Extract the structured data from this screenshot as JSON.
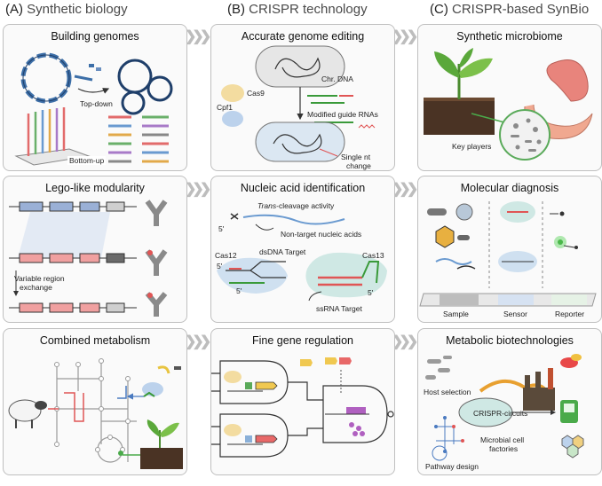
{
  "headers": [
    {
      "prefix": "(A)",
      "title": "Synthetic biology"
    },
    {
      "prefix": "(B)",
      "title": "CRISPR technology"
    },
    {
      "prefix": "(C)",
      "title": "CRISPR-based SynBio"
    }
  ],
  "panels": {
    "building_genomes": {
      "title": "Building genomes",
      "top_down": "Top-down",
      "bottom_up": "Bottom-up"
    },
    "genome_editing": {
      "title": "Accurate genome editing",
      "chr_dna": "Chr. DNA",
      "cas9": "Cas9",
      "cpf1": "Cpf1",
      "guide_rnas": "Modified guide RNAs",
      "single_nt_1": "Single nt",
      "single_nt_2": "change"
    },
    "synthetic_microbiome": {
      "title": "Synthetic microbiome",
      "key_players": "Key players"
    },
    "lego_modularity": {
      "title": "Lego-like modularity",
      "variable_1": "Variable region",
      "variable_2": "exchange"
    },
    "nucleic_acid": {
      "title": "Nucleic acid identification",
      "trans_italic": "Trans",
      "trans_rest": "-cleavage activity",
      "five_prime": "5'",
      "non_target": "Non-target nucleic acids",
      "cas12": "Cas12",
      "dsdna": "dsDNA Target",
      "cas13": "Cas13",
      "ssrna": "ssRNA Target"
    },
    "molecular_diagnosis": {
      "title": "Molecular diagnosis",
      "sample": "Sample",
      "sensor": "Sensor",
      "reporter": "Reporter"
    },
    "combined_metabolism": {
      "title": "Combined metabolism"
    },
    "gene_regulation": {
      "title": "Fine gene regulation"
    },
    "metabolic_biotech": {
      "title": "Metabolic biotechnologies",
      "host_selection": "Host selection",
      "crispr_circuits": "CRISPR-circuits",
      "microbial_1": "Microbial cell",
      "microbial_2": "factories",
      "pathway_design": "Pathway design"
    }
  },
  "colors": {
    "border": "#bfbfbf",
    "chevron": "#bdbdbd",
    "green": "#3a9a3a",
    "red": "#e05555",
    "blue": "#8fa8cc",
    "cell": "#cfe8e4"
  }
}
